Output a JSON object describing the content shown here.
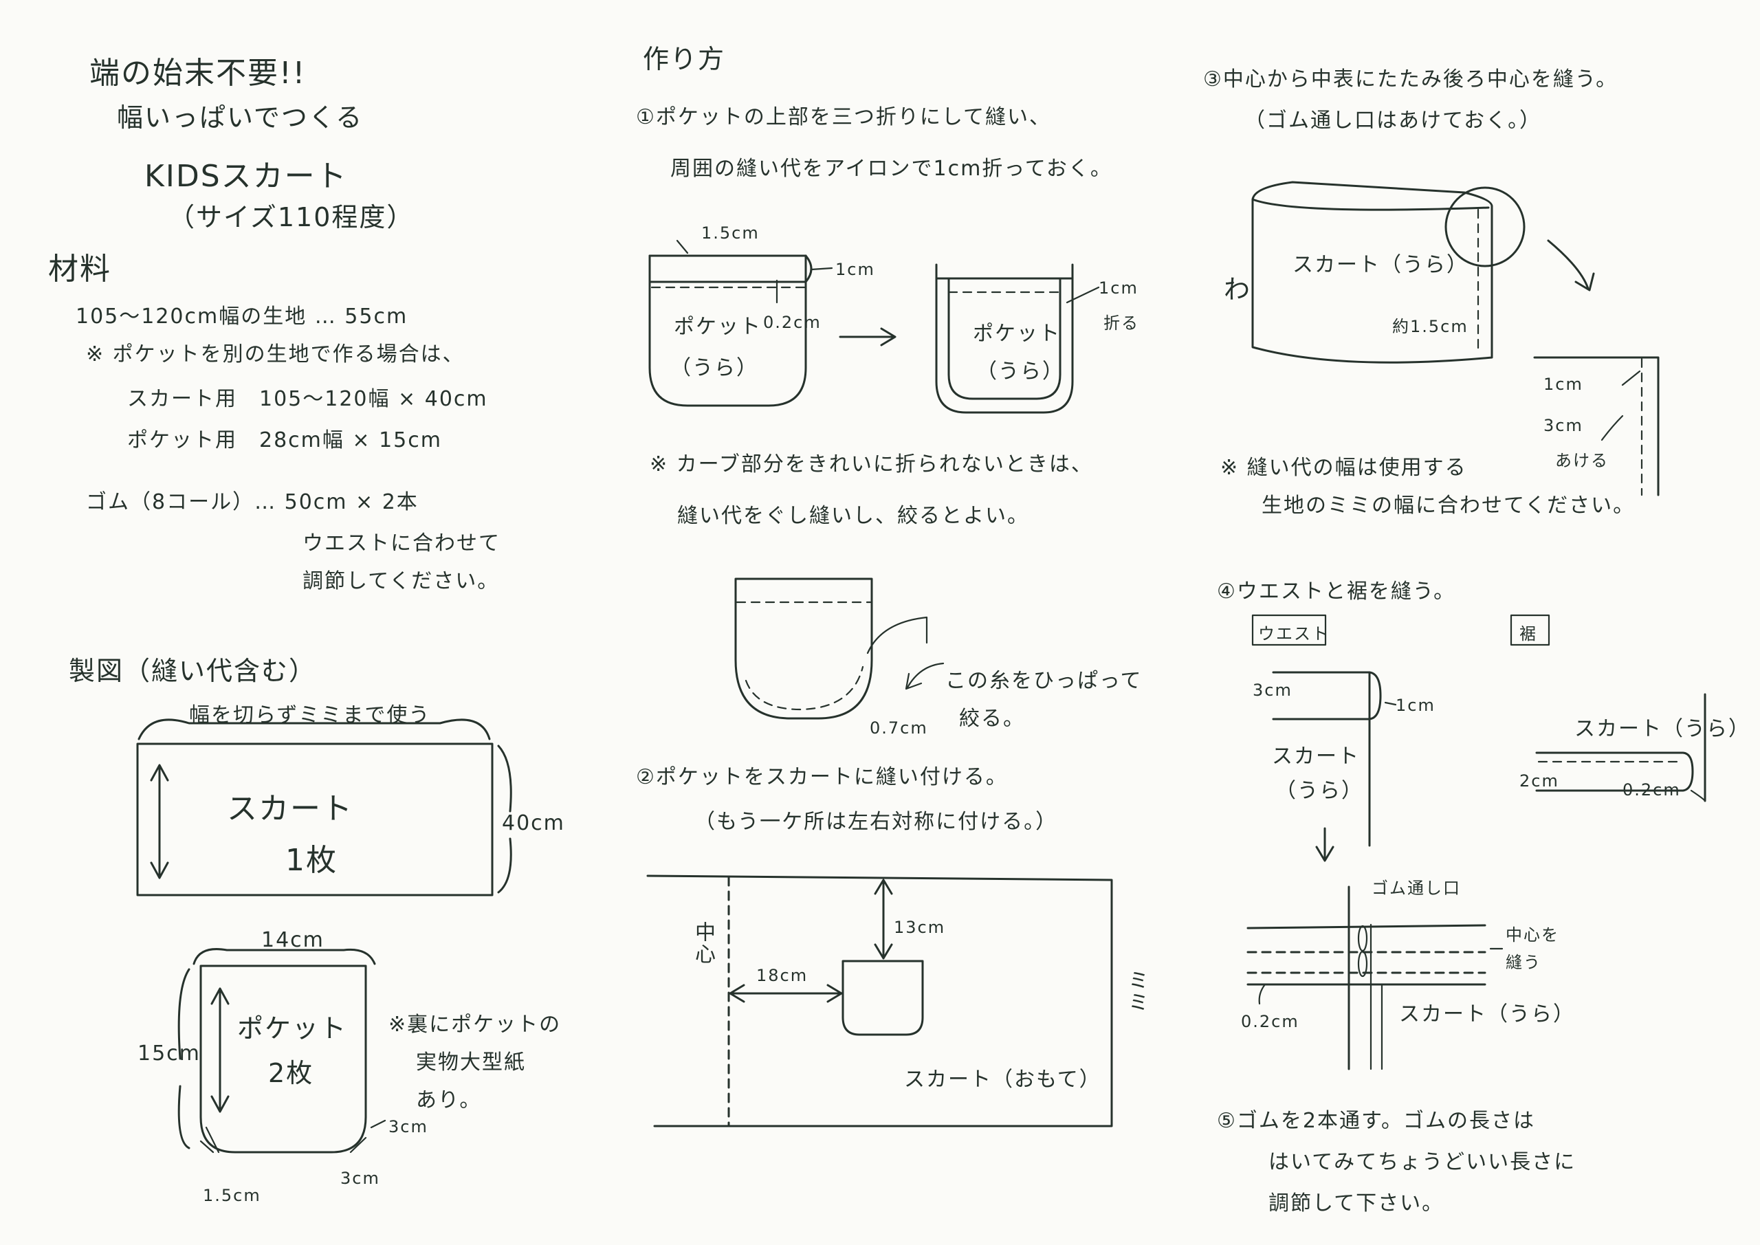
{
  "title": {
    "line1": "端の始末不要!!",
    "line2": "幅いっぱいでつくる",
    "line3": "KIDSスカート",
    "line4": "（サイズ110程度）"
  },
  "materials": {
    "heading": "材料",
    "line1": "105～120cm幅の生地 … 55cm",
    "line2": "※ ポケットを別の生地で作る場合は、",
    "line3": "スカート用　105～120幅 × 40cm",
    "line4": "ポケット用　28cm幅 × 15cm",
    "line5": "ゴム（8コール）… 50cm × 2本",
    "line6": "ウエストに合わせて",
    "line7": "調節してください。"
  },
  "pattern": {
    "heading": "製図（縫い代含む）",
    "width_note": "幅を切らずミミまで使う",
    "skirt_label1": "スカート",
    "skirt_label2": "1枚",
    "skirt_height": "40cm",
    "pocket_width": "14cm",
    "pocket_height": "15cm",
    "pocket_label1": "ポケット",
    "pocket_label2": "2枚",
    "corner_3cm_a": "3cm",
    "corner_3cm_b": "3cm",
    "corner_15": "1.5cm",
    "note1": "※裏にポケットの",
    "note2": "実物大型紙",
    "note3": "あり。"
  },
  "howto": {
    "heading": "作り方",
    "step1_line1": "①ポケットの上部を三つ折りにして縫い、",
    "step1_line2": "周囲の縫い代をアイロンで1cm折っておく。",
    "d1_15": "1.5cm",
    "d1_1cm": "1cm",
    "d1_02": "0.2cm",
    "d1_pocket": "ポケット",
    "d1_ura": "（うら）",
    "d1b_1cm": "1cm",
    "d1b_fold": "折る",
    "d1b_pocket": "ポケット",
    "d1b_ura": "（うら）",
    "curve_note1": "※ カーブ部分をきれいに折られないときは、",
    "curve_note2": "縫い代をぐし縫いし、絞るとよい。",
    "pull1": "この糸をひっぱって",
    "pull2": "絞る。",
    "d07": "0.7cm",
    "step2_line1": "②ポケットをスカートに縫い付ける。",
    "step2_line2": "（もう一ケ所は左右対称に付ける。）",
    "center": "中心",
    "cm13": "13cm",
    "cm18": "18cm",
    "mimi": "ミミ",
    "omote": "スカート（おもて）"
  },
  "step3": {
    "line1": "③中心から中表にたたみ後ろ中心を縫う。",
    "line2": "（ゴム通し口はあけておく。）",
    "wa": "わ",
    "skirt_ura": "スカート（うら）",
    "approx": "約1.5cm",
    "cm1": "1cm",
    "cm3": "3cm",
    "akeru": "あける",
    "note1": "※ 縫い代の幅は使用する",
    "note2": "生地のミミの幅に合わせてください。"
  },
  "step4": {
    "line": "④ウエストと裾を縫う。",
    "waist": "ウエスト",
    "hem": "裾",
    "w3cm": "3cm",
    "w1cm": "1cm",
    "w_skirt": "スカート",
    "w_ura": "（うら）",
    "h_skirt": "スカート（うら）",
    "h2cm": "2cm",
    "h02": "0.2cm",
    "gomu": "ゴム通し口",
    "center_sew1": "中心を",
    "center_sew2": "縫う",
    "b02": "0.2cm",
    "b_skirt": "スカート（うら）"
  },
  "step5": {
    "line1": "⑤ゴムを2本通す。ゴムの長さは",
    "line2": "はいてみてちょうどいい長さに",
    "line3": "調節して下さい。"
  }
}
